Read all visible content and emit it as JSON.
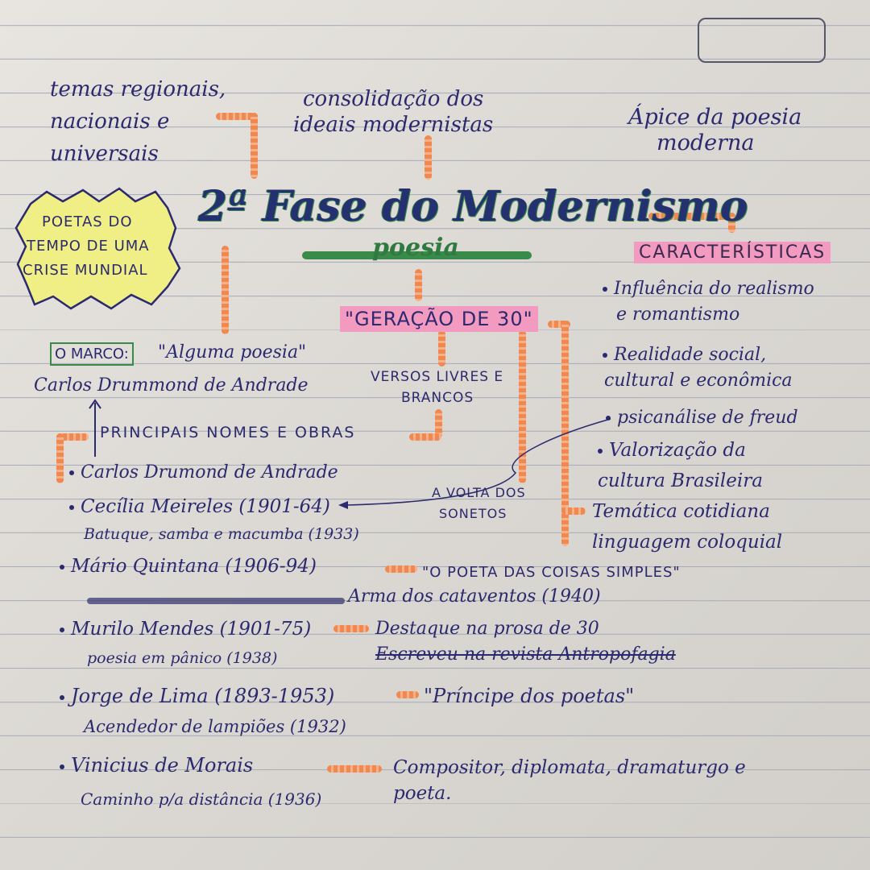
{
  "top_left": [
    "temas regionais,",
    "nacionais e",
    "universais"
  ],
  "top_center": [
    "consolidação dos",
    "ideais modernistas"
  ],
  "top_right": [
    "Ápice da poesia",
    "moderna"
  ],
  "title": "2ª Fase do Modernismo",
  "subtitle": "poesia",
  "poets_box": [
    "POETAS DO",
    "TEMPO DE UMA",
    "CRISE MUNDIAL"
  ],
  "caracteristicas": {
    "heading": "CARACTERÍSTICAS",
    "items": [
      [
        "Influência do realismo",
        "e romantismo"
      ],
      [
        "Realidade social,",
        "cultural e econômica"
      ],
      [
        "psicanálise de freud"
      ],
      [
        "Valorização da",
        "cultura Brasileira"
      ],
      [
        "Temática cotidiana",
        "linguagem coloquial"
      ]
    ]
  },
  "geracao": "\"GERAÇÃO DE 30\"",
  "marco": {
    "label": "O MARCO:",
    "work": "\"Alguma poesia\"",
    "author": "Carlos Drummond de Andrade"
  },
  "versos": [
    "VERSOS LIVRES E",
    "BRANCOS"
  ],
  "volta": [
    "A VOLTA DOS",
    "SONETOS"
  ],
  "principais": "PRINCIPAIS NOMES E OBRAS",
  "authors": [
    {
      "name": "Carlos Drumond de Andrade"
    },
    {
      "name": "Cecília Meireles (1901-64)",
      "work": "Batuque, samba e macumba (1933)"
    },
    {
      "name": "Mário Quintana (1906-94)",
      "note": "\"O POETA DAS COISAS SIMPLES\"",
      "work": "Arma dos cataventos (1940)"
    },
    {
      "name": "Murilo Mendes (1901-75)",
      "note": "Destaque na prosa de 30",
      "note2": "Escreveu na revista Antropofagia",
      "work": "poesia em pânico (1938)"
    },
    {
      "name": "Jorge de Lima (1893-1953)",
      "note": "\"Príncipe dos poetas\"",
      "work": "Acendedor de lampiões (1932)"
    },
    {
      "name": "Vinicius de Morais",
      "note": "Compositor, diplomata, dramaturgo e",
      "note2": "poeta.",
      "work": "Caminho p/a distância (1936)"
    }
  ],
  "colors": {
    "ink": "#2c2a6e",
    "orange": "#f0894f",
    "pink": "#f08ab8",
    "green": "#3a8a4a",
    "yellow": "#f2f07a"
  }
}
